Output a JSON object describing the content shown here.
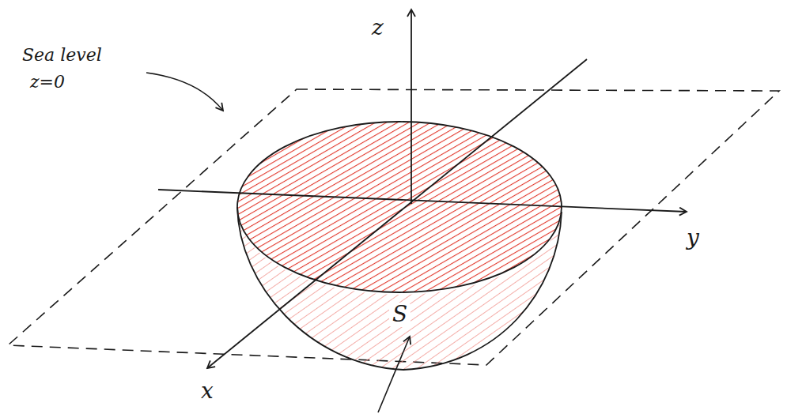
{
  "diagram": {
    "labels": [
      "Sea level",
      "z=0",
      "z",
      "y",
      "x",
      "S"
    ]
  }
}
